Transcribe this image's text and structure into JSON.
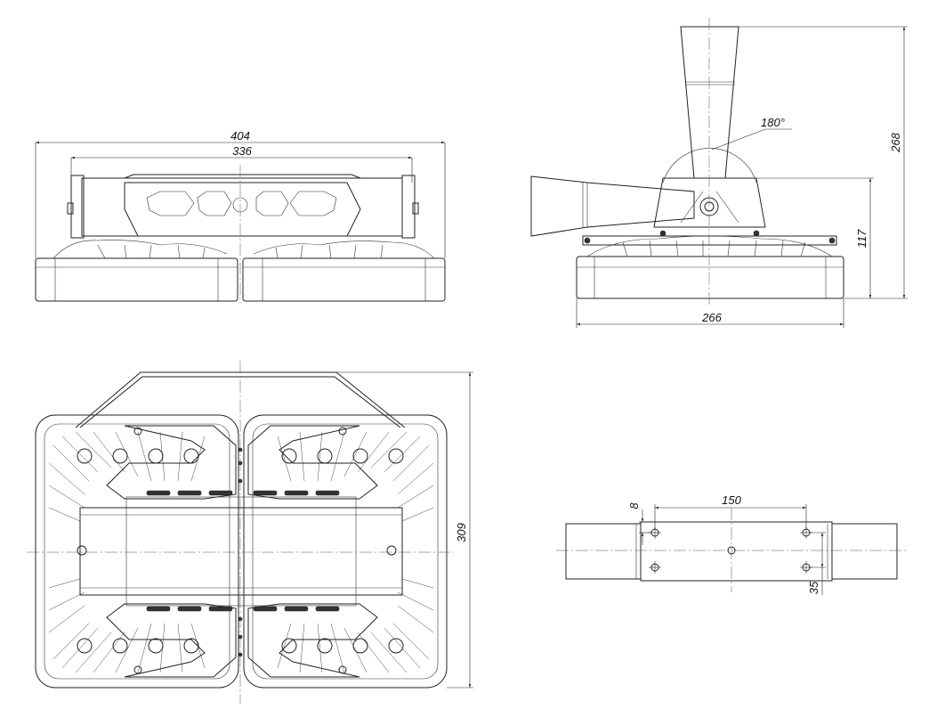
{
  "front_view": {
    "overall_width": "404",
    "frame_width": "336"
  },
  "side_view": {
    "total_height": "268",
    "body_height": "117",
    "base_width": "266",
    "rotation_angle": "180°"
  },
  "top_view": {
    "depth": "309"
  },
  "bracket_view": {
    "hole_spacing": "150",
    "edge_offset": "8",
    "hole_offset": "35"
  }
}
